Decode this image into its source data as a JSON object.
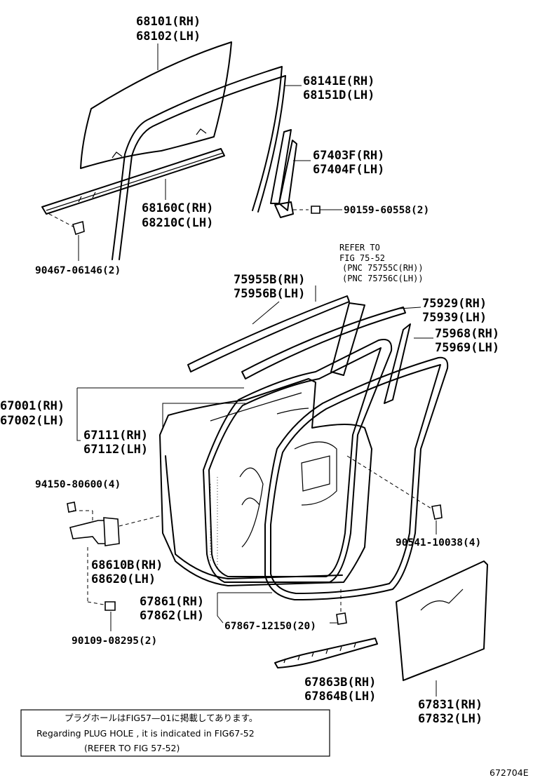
{
  "labels": {
    "glass": [
      "68101(RH)",
      "68102(LH)"
    ],
    "run_channel": [
      "68141E(RH)",
      "68151D(LH)"
    ],
    "sash_channel": [
      "67403F(RH)",
      "67404F(LH)"
    ],
    "screw": "90159-60558(2)",
    "belt_weatherstrip": [
      "68160C(RH)",
      "68210C(LH)"
    ],
    "clip_a": "90467-06146(2)",
    "refer_block": [
      "REFER TO",
      "FIG 75-52",
      "(PNC 75755C(RH))",
      "(PNC 75756C(LH))"
    ],
    "moulding_outer": [
      "75955B(RH)",
      "75956B(LH)"
    ],
    "moulding_top": [
      "75929(RH)",
      "75939(LH)"
    ],
    "moulding_rear": [
      "75968(RH)",
      "75969(LH)"
    ],
    "door_panel": [
      "67001(RH)",
      "67002(LH)"
    ],
    "door_weatherstrip": [
      "67111(RH)",
      "67112(LH)"
    ],
    "bolt_a": "94150-80600(4)",
    "clip_b": "90541-10038(4)",
    "hinge": [
      "68610B(RH)",
      "68620(LH)"
    ],
    "opening_trim": [
      "67861(RH)",
      "67862(LH)"
    ],
    "clip_c": "67867-12150(20)",
    "bolt_b": "90109-08295(2)",
    "lower_weatherstrip": [
      "67863B(RH)",
      "67864B(LH)"
    ],
    "service_hole_cover": [
      "67831(RH)",
      "67832(LH)"
    ],
    "note": {
      "line1": "プラグホールはFIG57—01に掲載してあります。",
      "line2": "Regarding PLUG HOLE , it is indicated in FIG67-52",
      "line3": "(REFER TO FIG  57-52)"
    },
    "figure_code": "672704E"
  }
}
